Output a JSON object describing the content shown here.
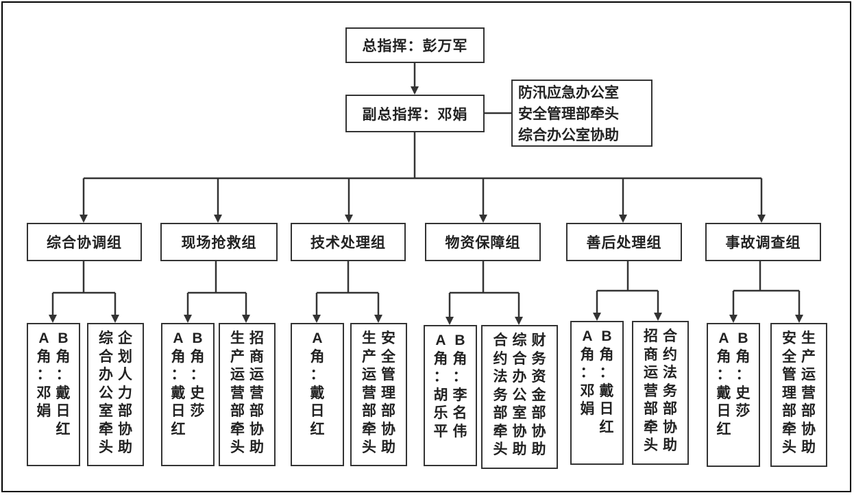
{
  "commander": "总指挥：彭万军",
  "deputy": "副总指挥：邓娟",
  "note_lines": [
    "防汛应急办公室",
    "安全管理部牵头",
    "综合办公室协助"
  ],
  "groups": [
    {
      "name": "综合协调组",
      "roles": [
        "A角：邓娟",
        "B角：戴日红"
      ],
      "departments": [
        "综合办公室牵头",
        "企划人力部协助"
      ]
    },
    {
      "name": "现场抢救组",
      "roles": [
        "A角：戴日红",
        "B角：史莎"
      ],
      "departments": [
        "生产运营部牵头",
        "招商运营部协助"
      ]
    },
    {
      "name": "技术处理组",
      "roles": [
        "A角：戴日红"
      ],
      "departments": [
        "生产运营部牵头",
        "安全管理部协助"
      ]
    },
    {
      "name": "物资保障组",
      "roles": [
        "A角：胡乐平",
        "B角：李名伟"
      ],
      "departments": [
        "合约法务部牵头",
        "综合办公室协助",
        "财务资金部协助"
      ]
    },
    {
      "name": "善后处理组",
      "roles": [
        "A角：邓娟",
        "B角：戴日红"
      ],
      "departments": [
        "招商运营部牵头",
        "合约法务部协助"
      ]
    },
    {
      "name": "事故调查组",
      "roles": [
        "A角：戴日红",
        "B角：史莎"
      ],
      "departments": [
        "安全管理部牵头",
        "生产运营部协助"
      ]
    }
  ]
}
